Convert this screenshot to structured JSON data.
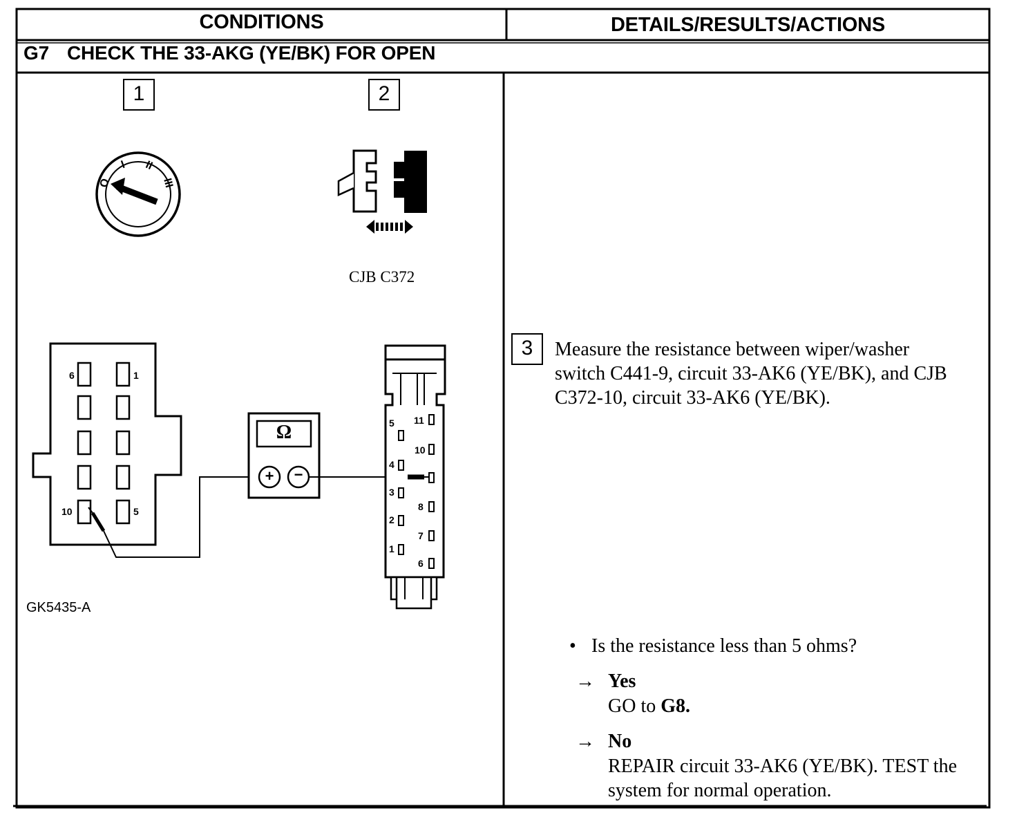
{
  "table": {
    "col_conditions": "CONDITIONS",
    "col_details": "DETAILS/RESULTS/ACTIONS"
  },
  "step": {
    "id": "G7",
    "title": "CHECK THE 33-AKG (YE/BK) FOR OPEN"
  },
  "figure": {
    "step1_num": "1",
    "step2_num": "2",
    "ignition_positions": [
      "O",
      "I",
      "II",
      "III"
    ],
    "connector_name": "CJB C372",
    "meter_symbol": "Ω",
    "meter_plus": "+",
    "meter_minus": "−",
    "left_connector_pins": [
      "6",
      "1",
      "10",
      "5"
    ],
    "right_connector_pins": [
      "5",
      "11",
      "10",
      "4",
      "3",
      "8",
      "2",
      "7",
      "1",
      "6"
    ],
    "figure_code": "GK5435-A"
  },
  "details": {
    "step3_num": "3",
    "measure_text": "Measure the resistance between wiper/washer switch C441-9, circuit 33-AK6 (YE/BK), and CJB C372-10, circuit 33-AK6 (YE/BK).",
    "question_bullet": "•",
    "question": "Is the resistance less than 5 ohms?",
    "arrow": "→",
    "yes_label": "Yes",
    "yes_action_prefix": "GO to",
    "yes_action_target": "G8.",
    "no_label": "No",
    "no_action": "REPAIR circuit 33-AK6 (YE/BK). TEST the system for normal operation."
  }
}
